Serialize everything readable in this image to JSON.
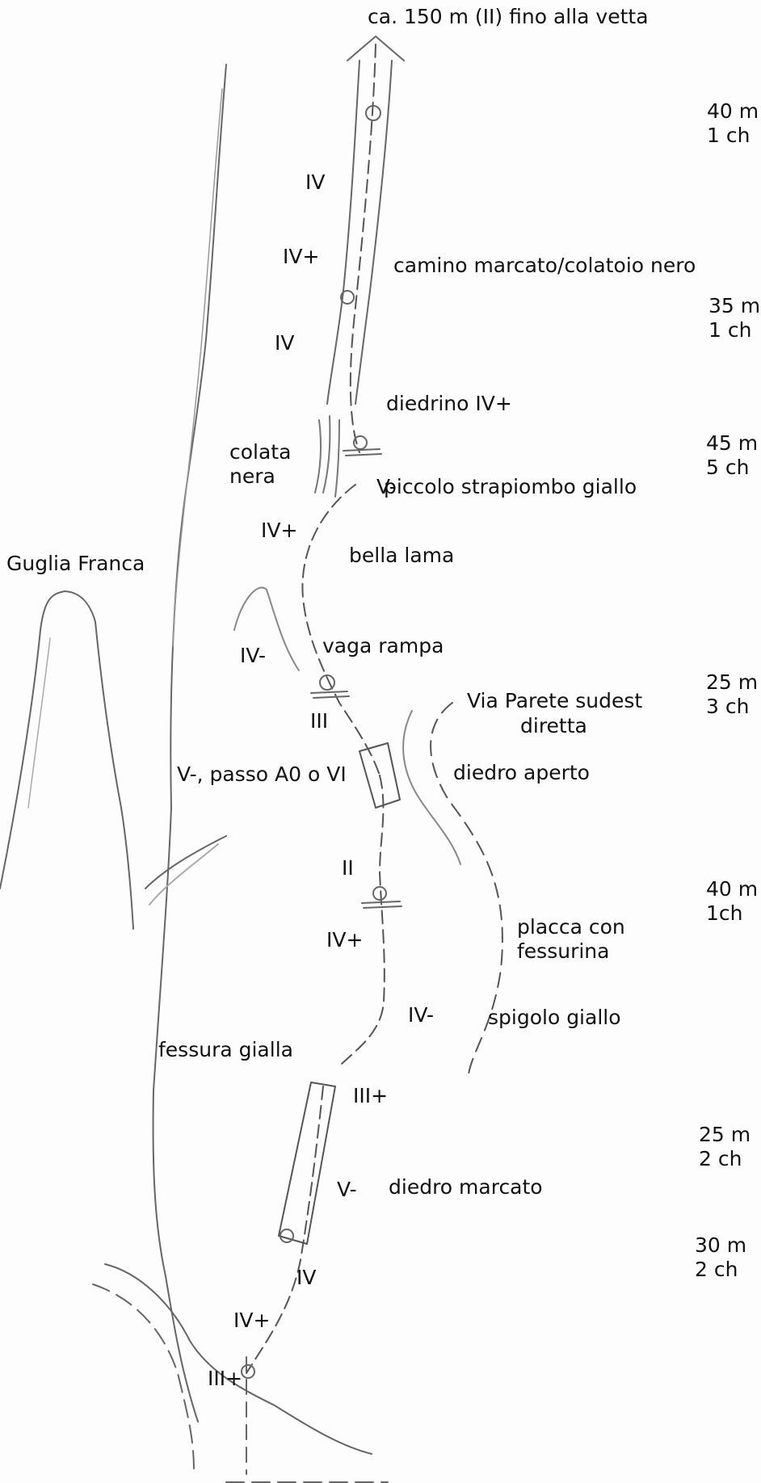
{
  "title": "ca. 150 m (II) fino alla vetta",
  "tower_name": "Guglia Franca",
  "features": {
    "camino": "camino marcato/colatoio nero",
    "diedrino": "diedrino IV+",
    "colata_1": "colata",
    "colata_2": "nera",
    "strapiombo": "piccolo strapiombo giallo",
    "bella_lama": "bella lama",
    "vaga_rampa": "vaga rampa",
    "via_1": "Via Parete sudest",
    "via_2": "diretta",
    "diedro_aperto": "diedro aperto",
    "passo": "V-,  passo A0 o VI",
    "placca_1": "placca con",
    "placca_2": "fessurina",
    "spigolo": "spigolo giallo",
    "fessura": "fessura gialla",
    "diedro_marcato": "diedro marcato"
  },
  "grades": {
    "g1": "IV",
    "g2": "IV+",
    "g3": "IV",
    "g4": "V-",
    "g5": "IV+",
    "g6": "IV-",
    "g7": "III",
    "g8": "II",
    "g9": "IV+",
    "g10": "IV-",
    "g11": "III+",
    "g12": "V-",
    "g13": "IV",
    "g14": "IV+",
    "g15": "III+"
  },
  "pitches": [
    {
      "length": "40 m",
      "belays": "1 ch"
    },
    {
      "length": "35 m",
      "belays": "1 ch"
    },
    {
      "length": "45 m",
      "belays": "5 ch"
    },
    {
      "length": "25 m",
      "belays": "3 ch"
    },
    {
      "length": "40 m",
      "belays": "1ch"
    },
    {
      "length": "25 m",
      "belays": "2 ch"
    },
    {
      "length": "30 m",
      "belays": "2 ch"
    }
  ]
}
